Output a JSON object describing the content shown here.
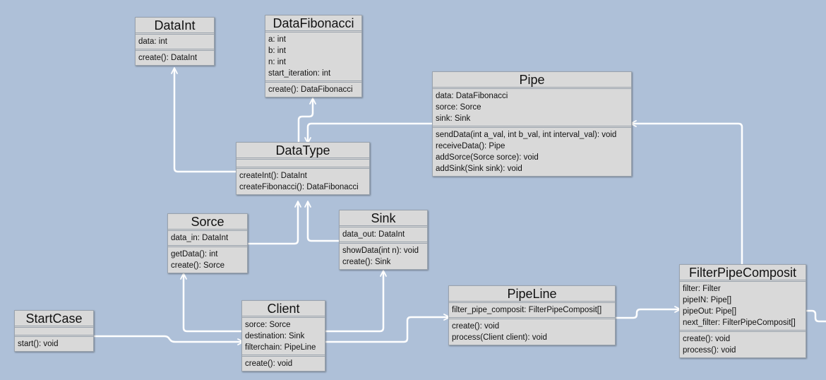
{
  "classes": {
    "dataint": {
      "name": "DataInt",
      "attributes": [
        "data: int"
      ],
      "methods": [
        "create(): DataInt"
      ]
    },
    "datafibonacci": {
      "name": "DataFibonacci",
      "attributes": [
        "a: int",
        "b: int",
        "n: int",
        "start_iteration: int"
      ],
      "methods": [
        "create(): DataFibonacci"
      ]
    },
    "pipe": {
      "name": "Pipe",
      "attributes": [
        "data: DataFibonacci",
        "sorce: Sorce",
        "sink: Sink"
      ],
      "methods": [
        "sendData(int a_val, int b_val, int interval_val): void",
        "receiveData(): Pipe",
        "addSorce(Sorce sorce): void",
        "addSink(Sink sink): void"
      ]
    },
    "datatype": {
      "name": "DataType",
      "attributes": [],
      "methods": [
        "createInt(): DataInt",
        "createFibonacci(): DataFibonacci"
      ]
    },
    "sorce": {
      "name": "Sorce",
      "attributes": [
        "data_in: DataInt"
      ],
      "methods": [
        "getData(): int",
        "create(): Sorce"
      ]
    },
    "sink": {
      "name": "Sink",
      "attributes": [
        "data_out: DataInt"
      ],
      "methods": [
        "showData(int n): void",
        "create(): Sink"
      ]
    },
    "startcase": {
      "name": "StartCase",
      "attributes": [],
      "methods": [
        "start(): void"
      ]
    },
    "client": {
      "name": "Client",
      "attributes": [
        "sorce: Sorce",
        "destination: Sink",
        "filterchain: PipeLine"
      ],
      "methods": [
        "create(): void"
      ]
    },
    "pipeline": {
      "name": "PipeLine",
      "attributes": [
        "filter_pipe_composit: FilterPipeComposit[]"
      ],
      "methods": [
        "create(): void",
        "process(Client client): void"
      ]
    },
    "filterpipecomposit": {
      "name": "FilterPipeComposit",
      "attributes": [
        "filter: Filter",
        "pipeIN: Pipe[]",
        "pipeOut: Pipe[]",
        "next_filter: FilterPipeComposit[]"
      ],
      "methods": [
        "create(): void",
        "process(): void"
      ]
    }
  },
  "colors": {
    "background": "#aec0d8",
    "box_fill": "#d9d9d9",
    "box_border": "#9aa3ad",
    "connector": "#ffffff"
  }
}
